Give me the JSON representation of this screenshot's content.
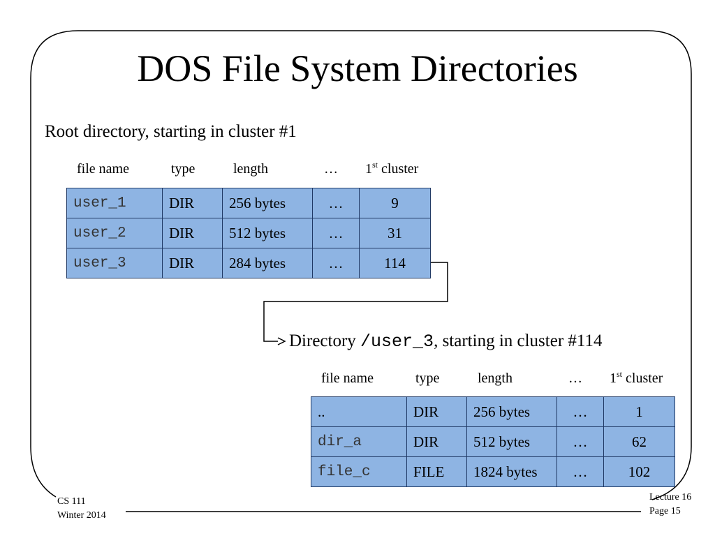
{
  "title": "DOS File System Directories",
  "root": {
    "caption": "Root directory, starting in cluster #1",
    "headers": {
      "name": "file name",
      "type": "type",
      "length": "length",
      "dots": "…",
      "cluster_num": "1",
      "cluster_sup": "st",
      "cluster_word": " cluster"
    },
    "rows": [
      {
        "name": "user_1",
        "type": "DIR",
        "length": "256 bytes",
        "dots": "…",
        "cluster": "9"
      },
      {
        "name": "user_2",
        "type": "DIR",
        "length": "512 bytes",
        "dots": "…",
        "cluster": "31"
      },
      {
        "name": "user_3",
        "type": "DIR",
        "length": "284 bytes",
        "dots": "…",
        "cluster": "114"
      }
    ]
  },
  "sub": {
    "caption_prefix": "Directory ",
    "caption_path": "/user_3",
    "caption_suffix": ", starting in cluster #114",
    "headers": {
      "name": "file name",
      "type": "type",
      "length": "length",
      "dots": "…",
      "cluster_num": "1",
      "cluster_sup": "st",
      "cluster_word": " cluster"
    },
    "rows": [
      {
        "name": "..",
        "type": "DIR",
        "length": "256 bytes",
        "dots": "…",
        "cluster": "1"
      },
      {
        "name": "dir_a",
        "type": "DIR",
        "length": "512 bytes",
        "dots": "…",
        "cluster": "62"
      },
      {
        "name": "file_c",
        "type": "FILE",
        "length": "1824 bytes",
        "dots": "…",
        "cluster": "102"
      }
    ]
  },
  "footer": {
    "course": "CS 111",
    "term": "Winter 2014",
    "lecture": "Lecture 16",
    "page": "Page 15"
  }
}
